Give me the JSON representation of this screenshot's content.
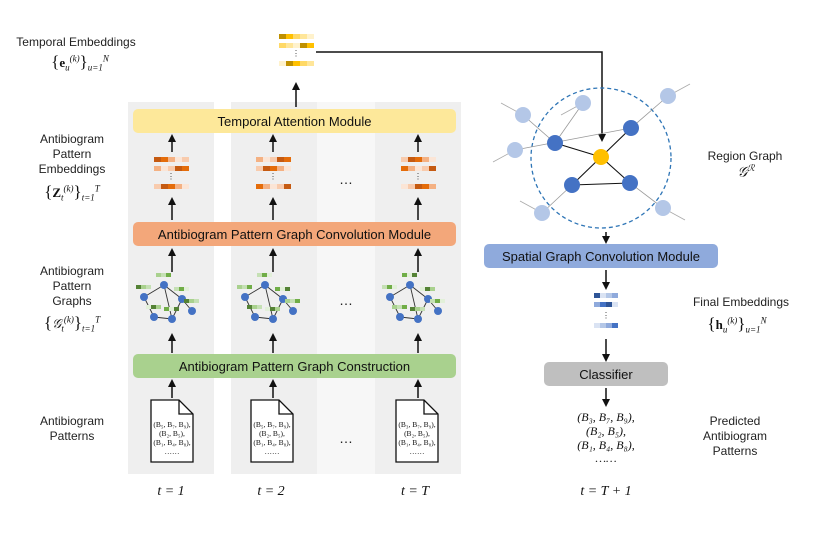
{
  "left_labels": {
    "temporal_embeddings": "Temporal Embeddings",
    "temporal_embeddings_math": "{e_u^(k)}_{u=1}^N",
    "pattern_embeddings": [
      "Antibiogram",
      "Pattern",
      "Embeddings"
    ],
    "pattern_embeddings_math": "{Z_t^(k)}_{t=1}^T",
    "pattern_graphs": [
      "Antibiogram",
      "Pattern",
      "Graphs"
    ],
    "pattern_graphs_math": "{G_t^(k)}_{t=1}^T",
    "patterns": [
      "Antibiogram",
      "Patterns"
    ]
  },
  "modules": {
    "temporal_attention": "Temporal Attention Module",
    "graph_convolution": "Antibiogram Pattern Graph Convolution Module",
    "graph_construction": "Antibiogram Pattern Graph Construction",
    "spatial_convolution": "Spatial Graph Convolution Module",
    "classifier": "Classifier"
  },
  "time_labels": [
    "t = 1",
    "t = 2",
    "t = T",
    "t = T + 1"
  ],
  "ellipsis": "…",
  "documents": [
    [
      "(B₅, B₇, B₉),",
      "(B₂, B₅),",
      "(B₁, B₄, B₈),",
      "……"
    ],
    [
      "(B₅, B₇, B₉),",
      "(B₂, B₅),",
      "(B₁, B₄, B₈),",
      "……"
    ],
    [
      "(B₃, B₇, B₉),",
      "(B₂, B₅),",
      "(B₁, B₄, B₈),",
      "……"
    ]
  ],
  "right_labels": {
    "region_graph": "Region Graph",
    "region_graph_math": "G^R",
    "final_embeddings": "Final Embeddings",
    "final_embeddings_math": "{h_u^(k)}_{u=1}^N",
    "predicted": [
      "Predicted",
      "Antibiogram",
      "Patterns"
    ]
  },
  "predictions": [
    "(B₃, B₇, B₉),",
    "(B₂, B₅),",
    "(B₁, B₄, B₈),",
    "……"
  ],
  "colors": {
    "panel_bg": "#efefef",
    "temporal_attention": "#fde89a",
    "graph_convolution": "#f3a77a",
    "graph_construction": "#a9d18e",
    "spatial_convolution": "#8faadc",
    "classifier": "#bfbfbf",
    "node_blue": "#4472c4",
    "node_light": "#b4c7e7",
    "node_yellow": "#ffc000"
  }
}
